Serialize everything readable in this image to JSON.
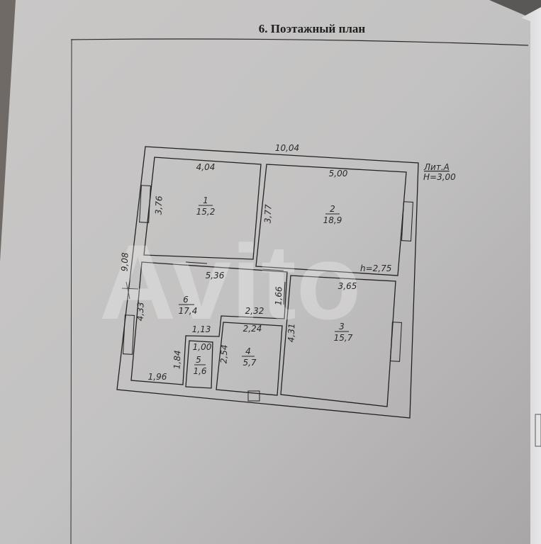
{
  "page": {
    "title": "6. Поэтажный план",
    "watermark": "Avito"
  },
  "plan": {
    "overall_width": "10,04",
    "overall_depth": "9,08",
    "litera": "Лит.А",
    "height_label": "H=3,00",
    "ceiling_label": "h=2,75",
    "rooms": [
      {
        "number": "1",
        "area": "15,2"
      },
      {
        "number": "2",
        "area": "18,9"
      },
      {
        "number": "3",
        "area": "15,7"
      },
      {
        "number": "4",
        "area": "5,7"
      },
      {
        "number": "5",
        "area": "1,6"
      },
      {
        "number": "6",
        "area": "17,4"
      }
    ],
    "dimensions": {
      "r1_width": "4,04",
      "r1_depth": "3,76",
      "r2_width": "5,00",
      "r2_depth": "3,77",
      "r6_width": "5,36",
      "r6_depth": "4,33",
      "r6_notch": "1,66",
      "r6_inner": "2,32",
      "r3_width": "3,65",
      "r3_depth": "4,31",
      "r4_width": "2,24",
      "r4_depth": "2,54",
      "r5_width": "1,00",
      "r5_outer": "1,13",
      "r6_bottom": "1,96",
      "r6_side": "1,84"
    }
  }
}
